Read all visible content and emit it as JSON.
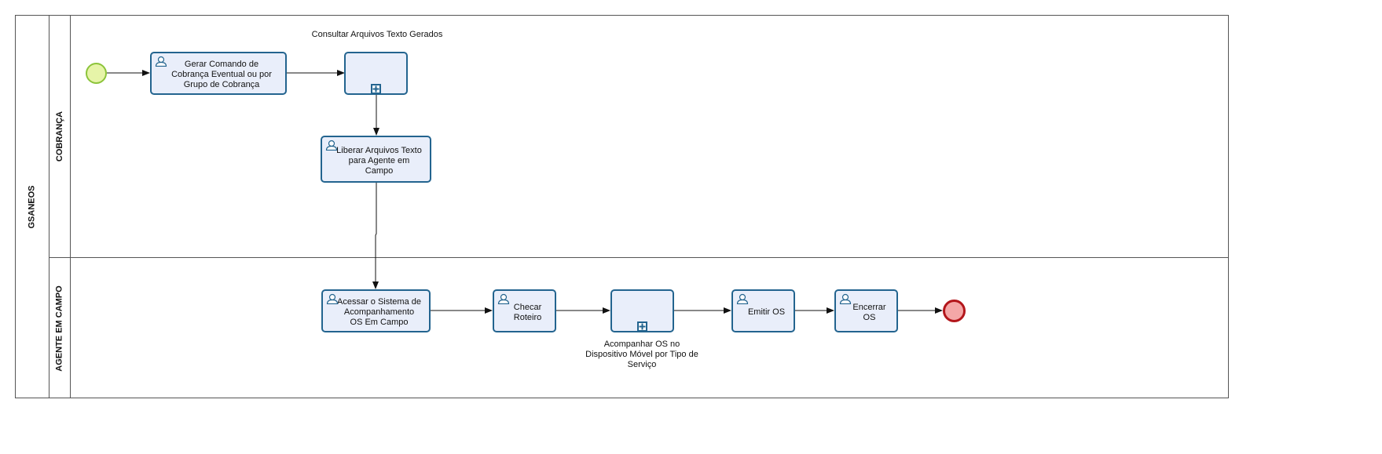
{
  "pool": {
    "name": "GSANEOS"
  },
  "lanes": [
    {
      "name": "COBRANÇA"
    },
    {
      "name": "AGENTE EM CAMPO"
    }
  ],
  "nodes": {
    "start": {
      "type": "start-event"
    },
    "gerar": {
      "type": "user-task",
      "label": "Gerar Comando de Cobrança Eventual ou por Grupo de Cobrança"
    },
    "consultar": {
      "type": "subprocess",
      "label": "Consultar Arquivos Texto Gerados"
    },
    "liberar": {
      "type": "user-task",
      "label": "Liberar Arquivos Texto para Agente em Campo"
    },
    "acessar": {
      "type": "user-task",
      "label": "Acessar o Sistema de Acompanhamento OS Em Campo"
    },
    "checar": {
      "type": "user-task",
      "label": "Checar Roteiro"
    },
    "acompanhar": {
      "type": "subprocess",
      "label": "Acompanhar OS no Dispositivo Móvel por Tipo de Serviço"
    },
    "emitir": {
      "type": "user-task",
      "label": "Emitir OS"
    },
    "encerrar": {
      "type": "user-task",
      "label": "Encerrar OS"
    },
    "end": {
      "type": "end-event"
    }
  },
  "flows": [
    [
      "start",
      "gerar"
    ],
    [
      "gerar",
      "consultar"
    ],
    [
      "consultar",
      "liberar"
    ],
    [
      "liberar",
      "acessar"
    ],
    [
      "acessar",
      "checar"
    ],
    [
      "checar",
      "acompanhar"
    ],
    [
      "acompanhar",
      "emitir"
    ],
    [
      "emitir",
      "encerrar"
    ],
    [
      "encerrar",
      "end"
    ]
  ],
  "colors": {
    "task_fill": "#e9eefa",
    "task_border": "#23648f",
    "start_fill": "#e6f4a8",
    "start_border": "#8cc43a",
    "end_fill": "#f4a7a7",
    "end_border": "#b3161b",
    "flow": "#111111"
  },
  "icons": {
    "task": "user-icon",
    "subprocess": "plus-square-icon"
  }
}
